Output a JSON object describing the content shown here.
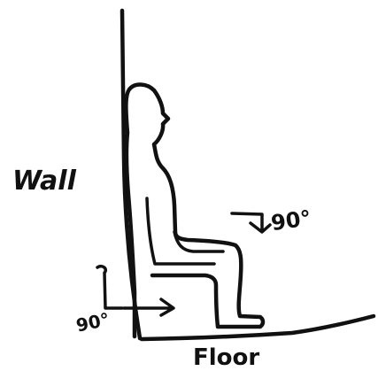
{
  "labels": {
    "wall": "Wall",
    "floor": "Floor",
    "knee_angle": "90°",
    "hip_angle": "90°"
  },
  "style": {
    "ink_color": "#111111",
    "background": "#ffffff"
  }
}
